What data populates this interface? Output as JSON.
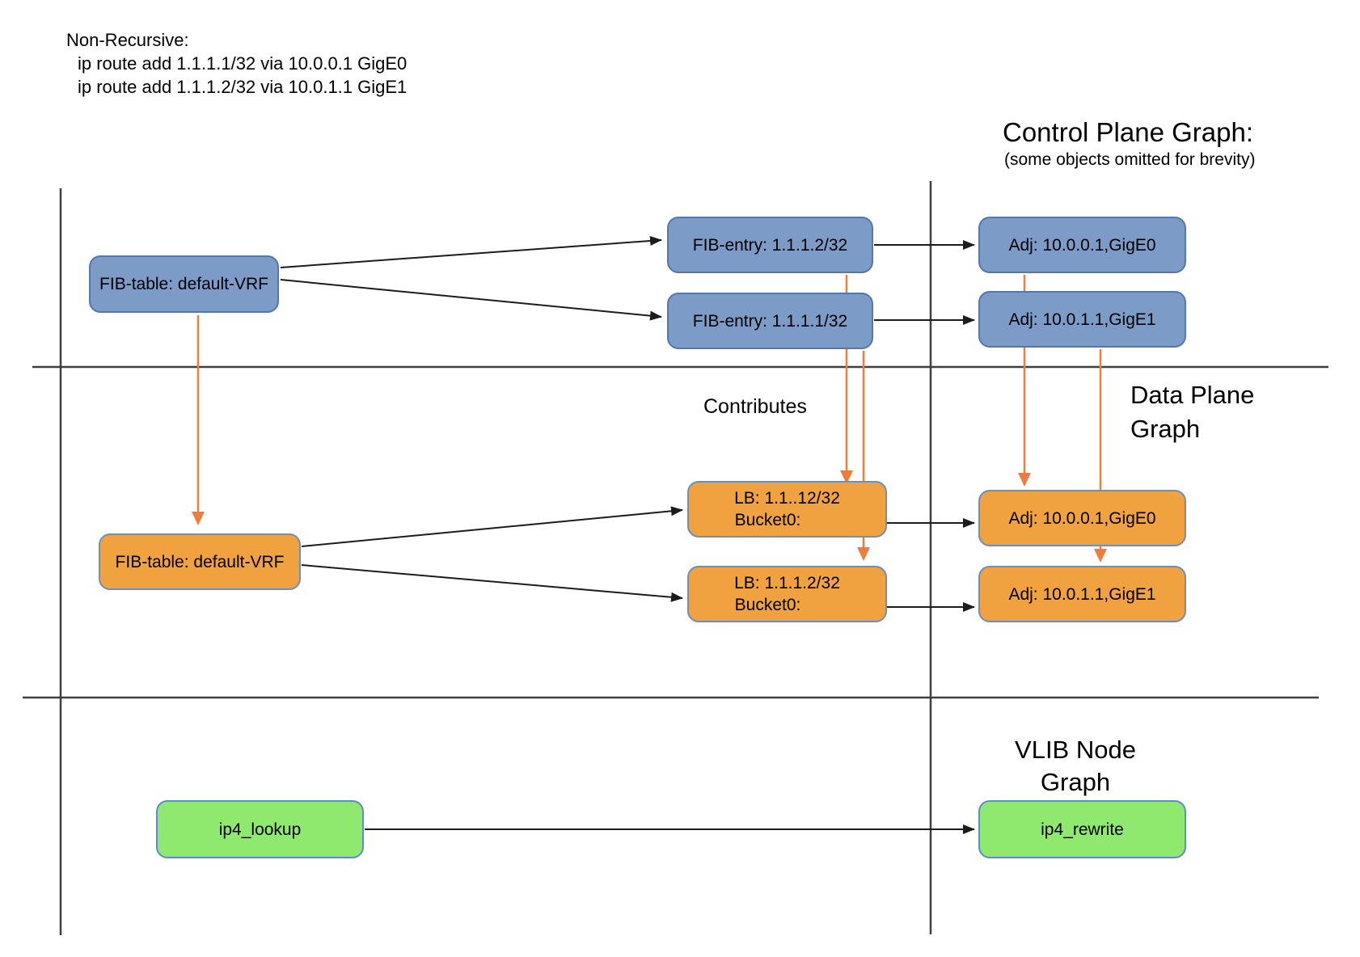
{
  "annotation": {
    "title": "Non-Recursive:",
    "commands": [
      "ip route add 1.1.1.1/32 via 10.0.0.1 GigE0",
      "ip route add 1.1.1.2/32 via 10.0.1.1 GigE1"
    ]
  },
  "sections": {
    "control_plane": {
      "title": "Control Plane Graph:",
      "subtitle": "(some objects omitted for brevity)"
    },
    "data_plane": {
      "title_line1": "Data Plane",
      "title_line2": "Graph",
      "contributes_label": "Contributes"
    },
    "vlib": {
      "title_line1": "VLIB Node",
      "title_line2": "Graph"
    }
  },
  "nodes": {
    "cp_fib_table": "FIB-table: default-VRF",
    "cp_fib_entry_2": "FIB-entry: 1.1.1.2/32",
    "cp_fib_entry_1": "FIB-entry: 1.1.1.1/32",
    "cp_adj_0": "Adj: 10.0.0.1,GigE0",
    "cp_adj_1": "Adj: 10.0.1.1,GigE1",
    "dp_fib_table": "FIB-table: default-VRF",
    "dp_lb_1": {
      "line1": "LB: 1.1..12/32",
      "line2": "Bucket0:"
    },
    "dp_lb_2": {
      "line1": "LB: 1.1.1.2/32",
      "line2": "Bucket0:"
    },
    "dp_adj_0": "Adj: 10.0.0.1,GigE0",
    "dp_adj_1": "Adj: 10.0.1.1,GigE1",
    "vlib_lookup": "ip4_lookup",
    "vlib_rewrite": "ip4_rewrite"
  },
  "colors": {
    "control_plane_node": "#7c9bc7",
    "control_plane_border": "#5577ab",
    "data_plane_node": "#f0a140",
    "data_plane_border": "#6d8fbe",
    "vlib_node": "#8fe96e",
    "vlib_border": "#5c8bd6",
    "contribute_arrow": "#ec7d3c",
    "flow_arrow": "#1c1c1c",
    "divider": "#3f3f3f"
  }
}
